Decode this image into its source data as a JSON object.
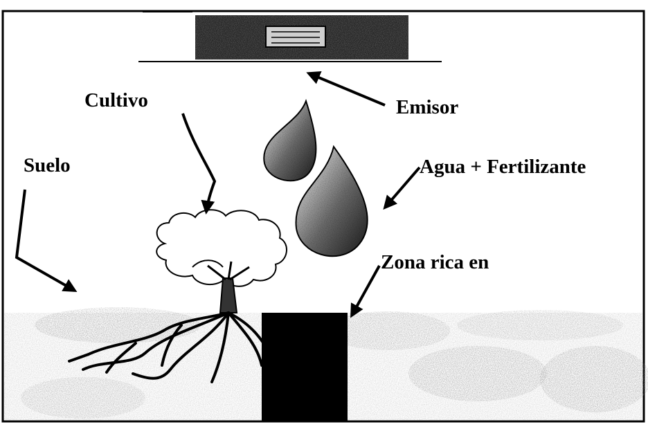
{
  "labels": {
    "cultivo": "Cultivo",
    "emisor": "Emisor",
    "suelo": "Suelo",
    "agua_fertilizante": "Agua + Fertilizante",
    "zona_rica": "Zona rica en"
  },
  "colors": {
    "ink": "#000000",
    "background": "#ffffff",
    "soil_light": "#d4d4d4",
    "soil_dark": "#8a8a8a"
  }
}
